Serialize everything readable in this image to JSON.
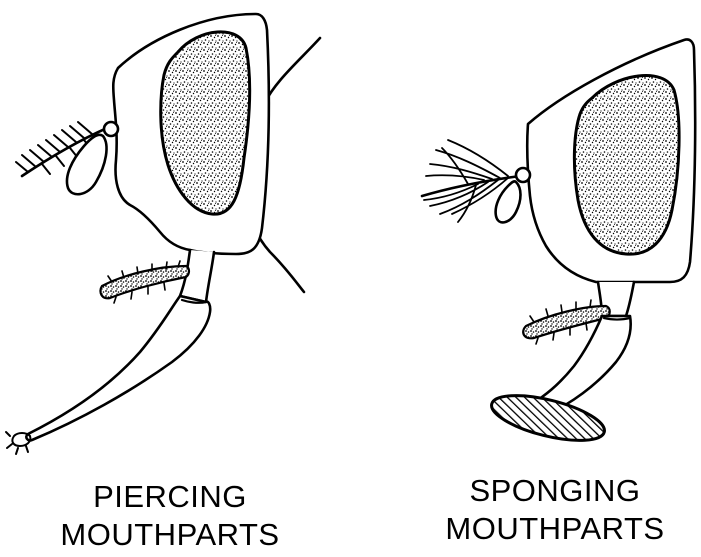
{
  "figure": {
    "left": {
      "name": "piercing",
      "caption_line1": "PIERCING",
      "caption_line2": "MOUTHPARTS"
    },
    "right": {
      "name": "sponging",
      "caption_line1": "SPONGING",
      "caption_line2": "MOUTHPARTS"
    },
    "ink_color": "#000000",
    "background_color": "#ffffff"
  }
}
